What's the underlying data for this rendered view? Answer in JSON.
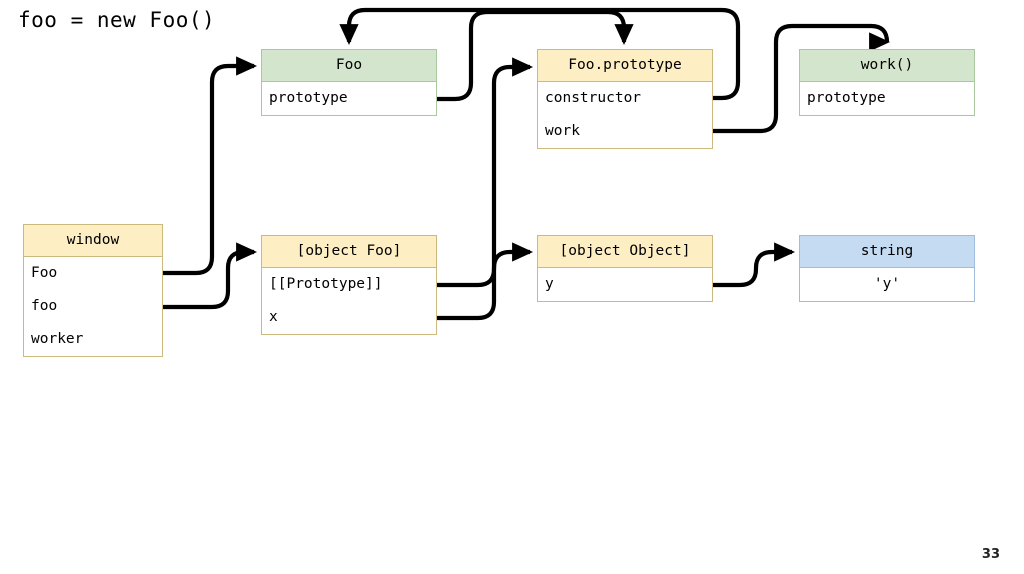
{
  "slide": {
    "title": "foo = new Foo()",
    "page_number": "33",
    "background_color": "#ffffff"
  },
  "palette": {
    "yellow_header": "#fdeec3",
    "yellow_border": "#ccb97e",
    "green_header": "#d4e5cd",
    "green_border": "#a9c8a0",
    "blue_header": "#c4dbf2",
    "blue_border": "#9fbcdc",
    "arrow_color": "#000000",
    "row_background": "#ffffff"
  },
  "nodes": {
    "foo_func": {
      "title": "Foo",
      "color": "green",
      "rows": [
        "prototype"
      ]
    },
    "foo_prototype": {
      "title": "Foo.prototype",
      "color": "yellow",
      "rows": [
        "constructor",
        "work"
      ]
    },
    "work_func": {
      "title": "work()",
      "color": "green",
      "rows": [
        "prototype"
      ]
    },
    "window_obj": {
      "title": "window",
      "color": "yellow",
      "rows": [
        "Foo",
        "foo",
        "worker"
      ]
    },
    "object_foo": {
      "title": "[object Foo]",
      "color": "yellow",
      "rows": [
        "[[Prototype]]",
        "x"
      ]
    },
    "object_object": {
      "title": "[object Object]",
      "color": "yellow",
      "rows": [
        "y"
      ]
    },
    "string_obj": {
      "title": "string",
      "color": "blue",
      "rows": [
        "'y'"
      ]
    }
  },
  "edges": [
    {
      "name": "window-Foo-to-Foo-func",
      "from": "window_obj.Foo",
      "to": "foo_func.header"
    },
    {
      "name": "window-foo-to-object-Foo",
      "from": "window_obj.foo",
      "to": "object_foo.header"
    },
    {
      "name": "Foo-prototype-to-Foo-prototype",
      "from": "foo_func.prototype",
      "to": "foo_prototype.header"
    },
    {
      "name": "proto-constructor-to-Foo-func",
      "from": "foo_prototype.constructor",
      "to": "foo_func.header"
    },
    {
      "name": "proto-work-to-work-func",
      "from": "foo_prototype.work",
      "to": "work_func.header"
    },
    {
      "name": "objfoo-prototype-to-Foo-proto",
      "from": "object_foo.[[Prototype]]",
      "to": "foo_prototype.header"
    },
    {
      "name": "objfoo-x-to-object-Object",
      "from": "object_foo.x",
      "to": "object_object.header"
    },
    {
      "name": "objobject-y-to-string",
      "from": "object_object.y",
      "to": "string_obj.header"
    }
  ]
}
